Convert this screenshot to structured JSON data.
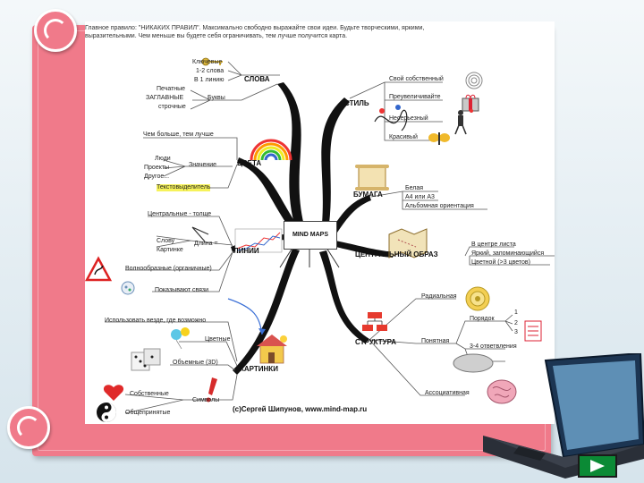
{
  "intro_text_1": "Главное правило: \"НИКАКИХ ПРАВИЛ\". Максимально свободно выражайте свои идеи. Будьте творческими, яркими,",
  "intro_text_2": "выразительными. Чем меньше вы будете себя ограничивать, тем лучше получится карта.",
  "center": "MIND MAPS",
  "credit": "(c)Сергей Шипунов, www.mind-map.ru",
  "branches": {
    "slova": {
      "title": "СЛОВА",
      "items": [
        "Ключевые",
        "1-2 слова",
        "В 1 линию",
        "Буквы",
        "Печатные",
        "ЗАГЛАВНЫЕ",
        "строчные"
      ]
    },
    "cveta": {
      "title": "ЦВЕТА",
      "items": [
        "Чем больше, тем лучше",
        "Значение",
        "Люди",
        "Проекты",
        "Другое...",
        "Текстовыделитель"
      ]
    },
    "linii": {
      "title": "ЛИНИИ",
      "items": [
        "Центральные - толще",
        "Слову",
        "Длина =",
        "Картинке",
        "Волнообразные (органичные)",
        "Показывают связи"
      ]
    },
    "kartinki": {
      "title": "КАРТИНКИ",
      "items": [
        "Использовать везде, где возможно",
        "Цветные",
        "Объемные (3D)",
        "Символы",
        "Собственные",
        "Общепринятые"
      ]
    },
    "stil": {
      "title": "СТИЛЬ",
      "items": [
        "Свой собственный",
        "Преувеличивайте",
        "Несерьезный",
        "Красивый"
      ]
    },
    "bumaga": {
      "title": "БУМАГА",
      "items": [
        "Белая",
        "А4 или А3",
        "Альбомная ориентация"
      ]
    },
    "obraz": {
      "title": "ЦЕНТРАЛЬНЫЙ ОБРАЗ",
      "items": [
        "В центре листа",
        "Яркий, запоминающийся",
        "Цветной (>3 цветов)"
      ]
    },
    "struktura": {
      "title": "СТРУКТУРА",
      "items": [
        "Радиальная",
        "Порядок",
        "Понятная",
        "3-4 ответвления",
        "Ассоциативная"
      ]
    }
  },
  "numbers": [
    "1",
    "2",
    "3"
  ],
  "colors": {
    "frame": "#f07a8a",
    "nav_button": "#0b8a35",
    "highlight": "#f6f25a"
  },
  "icons": [
    "page-curl-icon",
    "laptop-icon",
    "next-arrow-icon"
  ]
}
